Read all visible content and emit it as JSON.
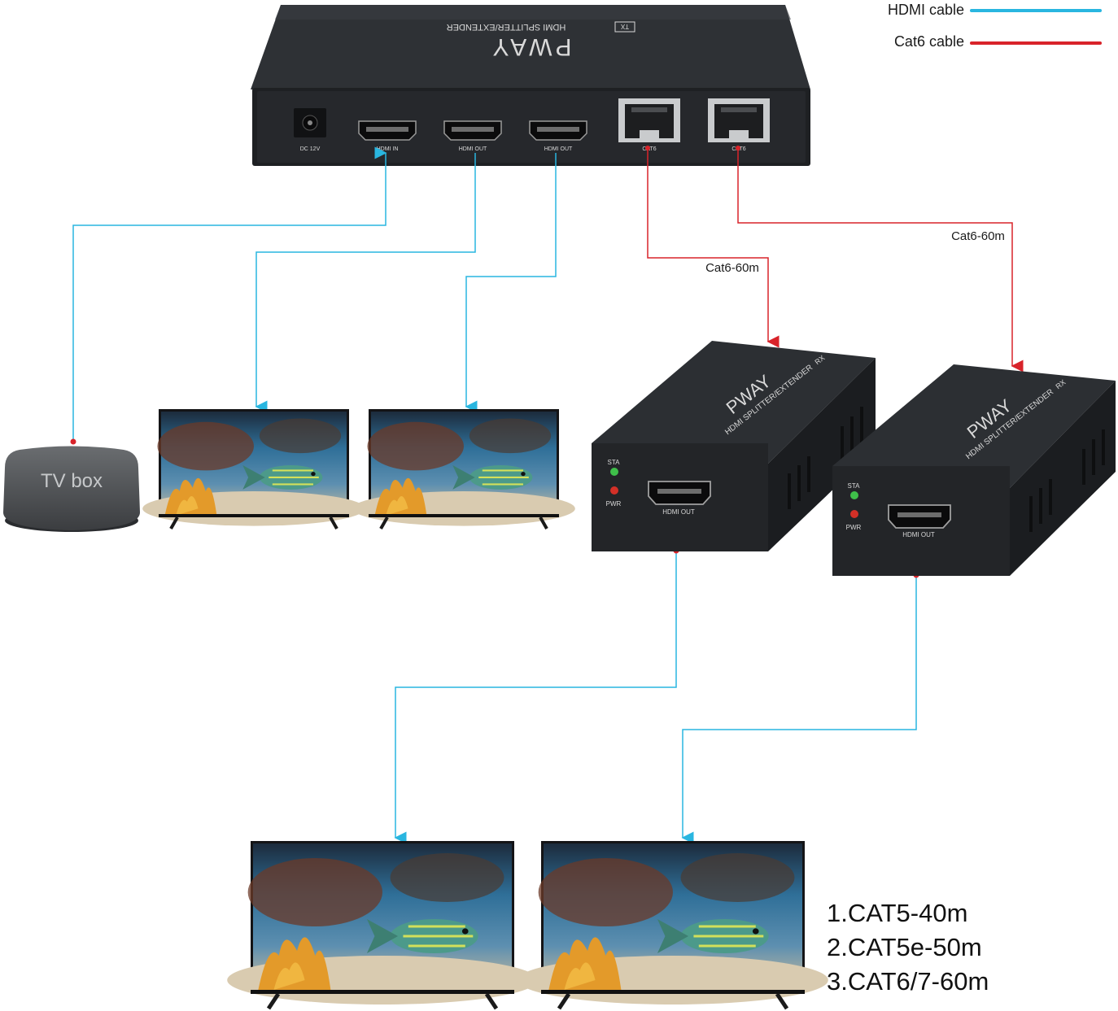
{
  "legend": {
    "hdmi": {
      "label": "HDMI cable",
      "color": "#29b6e0"
    },
    "cat6": {
      "label": "Cat6 cable",
      "color": "#d8232a"
    }
  },
  "transmitter": {
    "brand": "PWAY",
    "model": "HDMI SPLITTER/EXTENDER",
    "badge": "TX",
    "ports": {
      "dc": "DC 12V",
      "hdmi_in": "HDMI IN",
      "hdmi_out_1": "HDMI OUT",
      "hdmi_out_2": "HDMI OUT",
      "cat6_1": "CAT6",
      "cat6_2": "CAT6"
    }
  },
  "cable_labels": {
    "left": "Cat6-60m",
    "right": "Cat6-60m"
  },
  "source": {
    "label": "TV box"
  },
  "receivers": [
    {
      "brand": "PWAY",
      "model": "HDMI SPLITTER/EXTENDER",
      "badge": "RX",
      "sta": "STA",
      "pwr": "PWR",
      "port": "HDMI OUT"
    },
    {
      "brand": "PWAY",
      "model": "HDMI SPLITTER/EXTENDER",
      "badge": "RX",
      "sta": "STA",
      "pwr": "PWR",
      "port": "HDMI OUT"
    }
  ],
  "specs": [
    "1.CAT5-40m",
    "2.CAT5e-50m",
    "3.CAT6/7-60m"
  ],
  "colors": {
    "device": "#1f2124",
    "device_top": "#2d3034",
    "tv_frame": "#1b1b1d",
    "water": "#2c5f86",
    "sand": "#c9b89a"
  }
}
